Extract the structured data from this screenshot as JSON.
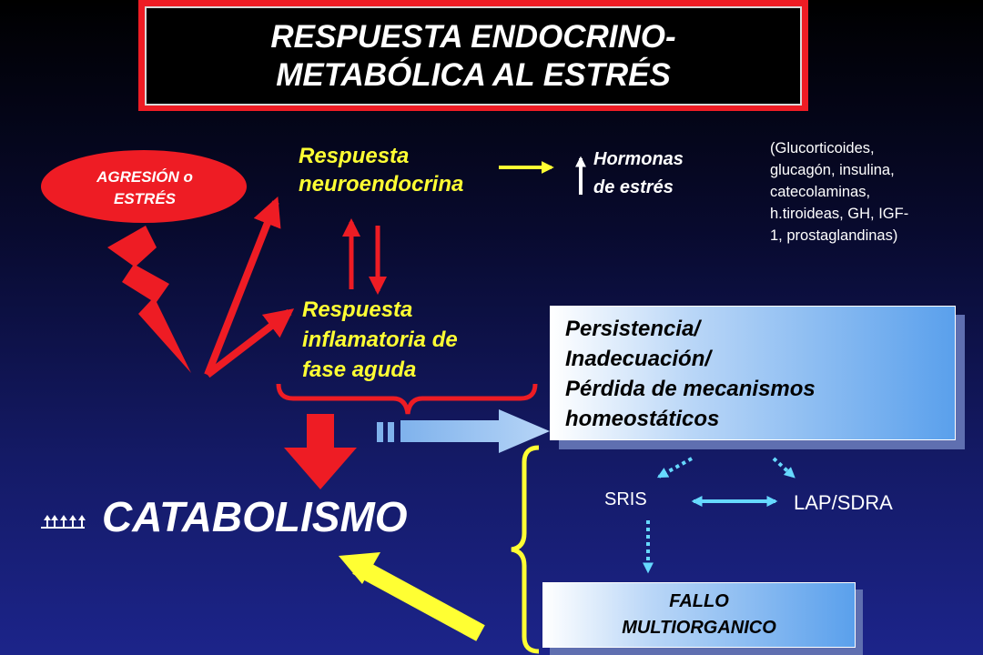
{
  "title": {
    "line1": "RESPUESTA ENDOCRINO-",
    "line2": "METABÓLICA AL ESTRÉS"
  },
  "aggression": {
    "line1": "AGRESIÓN o",
    "line2": "ESTRÉS"
  },
  "neuro": {
    "line1": "Respuesta",
    "line2": "neuroendocrina"
  },
  "hormones": {
    "line1": "Hormonas",
    "line2": "de estrés"
  },
  "hormone_list": {
    "line1": "(Glucorticoides,",
    "line2": "glucagón, insulina,",
    "line3": "catecolaminas,",
    "line4": "h.tiroideas, GH, IGF-",
    "line5": "1, prostaglandinas)"
  },
  "inflammatory": {
    "line1": "Respuesta",
    "line2": "inflamatoria de",
    "line3": "fase aguda"
  },
  "persistence": {
    "line1": "Persistencia/",
    "line2": "Inadecuación/",
    "line3": "Pérdida de mecanismos",
    "line4": "homeostáticos"
  },
  "catabolism": {
    "label": "CATABOLISMO"
  },
  "sris": {
    "label": "SRIS"
  },
  "lap": {
    "label": "LAP/SDRA"
  },
  "failure": {
    "line1": "FALLO",
    "line2": "MULTIORGANICO"
  },
  "colors": {
    "red": "#ee1c24",
    "yellow": "#ffff33",
    "cyan": "#66d9ff",
    "white": "#ffffff"
  }
}
